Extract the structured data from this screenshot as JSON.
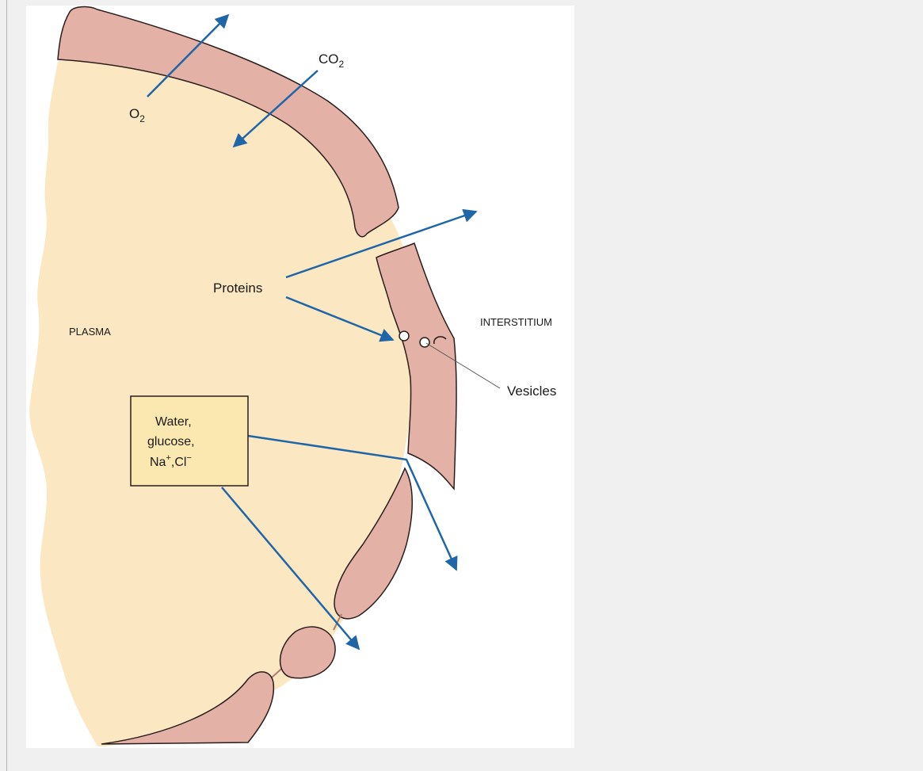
{
  "diagram": {
    "labels": {
      "o2": "O",
      "o2_sub": "2",
      "co2": "CO",
      "co2_sub": "2",
      "proteins": "Proteins",
      "plasma": "PLASMA",
      "interstitium": "INTERSTITIUM",
      "vesicles": "Vesicles",
      "box_line1": "Water,",
      "box_line2": "glucose,",
      "box_line3_na": "Na",
      "box_line3_plus": "+",
      "box_line3_sep": ",Cl",
      "box_line3_minus": "−"
    },
    "colors": {
      "plasma": "#fbe7c2",
      "wall": "#e3b1a6",
      "arrow": "#1f66a8",
      "box": "#fbe7b0"
    }
  }
}
